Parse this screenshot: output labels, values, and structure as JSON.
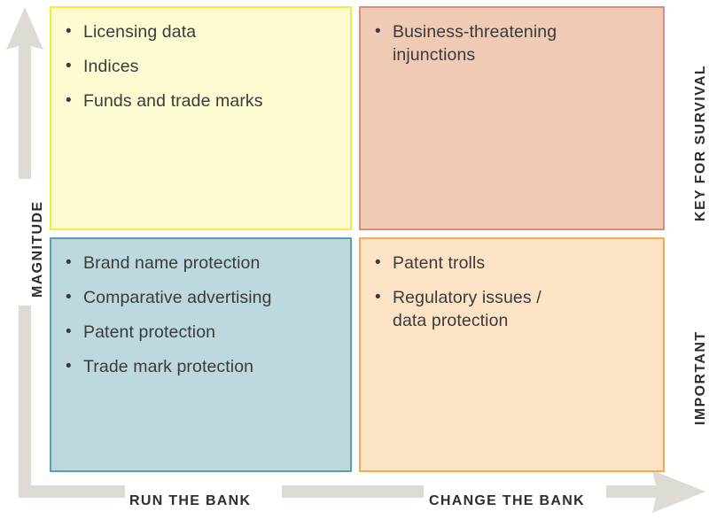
{
  "diagram": {
    "type": "2x2 matrix",
    "axes": {
      "vertical": {
        "label": "MAGNITUDE",
        "arrow_direction": "up",
        "arrow_color": "#dedad4"
      },
      "horizontal": {
        "arrow_direction": "right",
        "arrow_color": "#dedad4",
        "segments": [
          {
            "label": "RUN THE BANK"
          },
          {
            "label": "CHANGE THE BANK"
          }
        ]
      }
    },
    "row_labels": [
      {
        "label": "KEY FOR SURVIVAL"
      },
      {
        "label": "IMPORTANT"
      }
    ],
    "quadrants": [
      {
        "id": "top-left",
        "fill": "#fdfbd2",
        "border": "#f6e93f",
        "bullet_glyph": "•",
        "items": [
          "Licensing data",
          "Indices",
          "Funds and trade marks"
        ]
      },
      {
        "id": "top-right",
        "fill": "#efcab5",
        "border": "#dd8c78",
        "bullet_glyph": "•",
        "items": [
          "Business-threatening\ninjunctions"
        ]
      },
      {
        "id": "bottom-left",
        "fill": "#bdd8de",
        "border": "#5a9fae",
        "bullet_glyph": "•",
        "items": [
          "Brand name protection",
          "Comparative advertising",
          "Patent protection",
          "Trade mark protection"
        ]
      },
      {
        "id": "bottom-right",
        "fill": "#fce3c6",
        "border": "#f2ac4f",
        "bullet_glyph": "•",
        "items": [
          "Patent trolls",
          "Regulatory issues /\ndata protection"
        ]
      }
    ]
  }
}
